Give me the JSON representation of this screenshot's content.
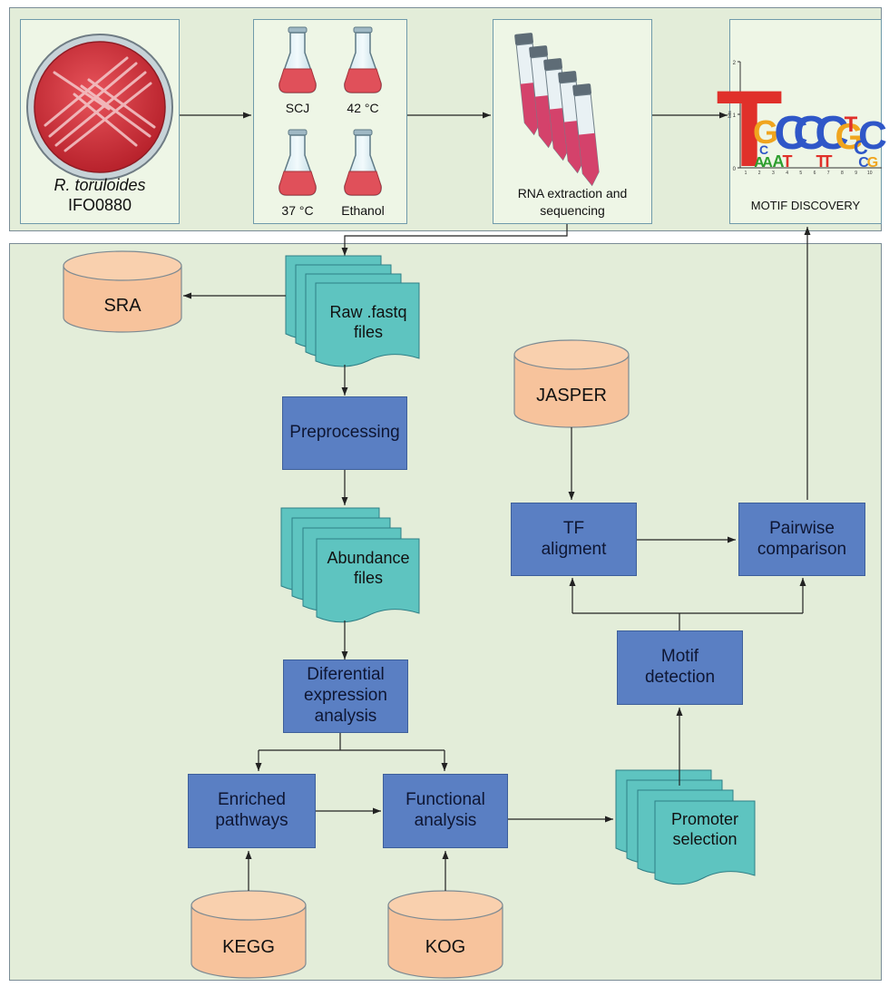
{
  "top": {
    "organism_species": "R. toruloides",
    "organism_strain": "IFO0880",
    "conditions": [
      "SCJ",
      "42 °C",
      "37 °C",
      "Ethanol"
    ],
    "rna_label_line1": "RNA extraction and",
    "rna_label_line2": "sequencing",
    "motif_label": "MOTIF DISCOVERY",
    "logo_axis_label": "bits",
    "logo_ticks": [
      "2",
      "1",
      "0"
    ],
    "logo_positions": [
      "1",
      "2",
      "3",
      "4",
      "5",
      "6",
      "7",
      "8",
      "9",
      "10"
    ],
    "logo_letters": [
      "T",
      "A",
      "A",
      "C",
      "G",
      "A",
      "T",
      "C",
      "C",
      "T",
      "T",
      "C",
      "G",
      "T",
      "C",
      "C",
      "G",
      "C"
    ]
  },
  "flow": {
    "sra": "SRA",
    "raw_files_line1": "Raw .fastq",
    "raw_files_line2": "files",
    "preprocessing": "Preprocessing",
    "abundance_line1": "Abundance",
    "abundance_line2": "files",
    "diff_line1": "Diferential",
    "diff_line2": "expression",
    "diff_line3": "analysis",
    "enriched_line1": "Enriched",
    "enriched_line2": "pathways",
    "functional_line1": "Functional",
    "functional_line2": "analysis",
    "kegg": "KEGG",
    "kog": "KOG",
    "promoter_line1": "Promoter",
    "promoter_line2": "selection",
    "motif_line1": "Motif",
    "motif_line2": "detection",
    "jasper": "JASPER",
    "tf_line1": "TF",
    "tf_line2": "aligment",
    "pairwise_line1": "Pairwise",
    "pairwise_line2": "comparison"
  },
  "colors": {
    "panel_green": "#e3edd9",
    "process_blue": "#5a7fc3",
    "database_orange": "#f7c39c",
    "document_teal": "#5ec4c0",
    "flask_red": "#e0505a",
    "plate_red": "#d8323a"
  }
}
